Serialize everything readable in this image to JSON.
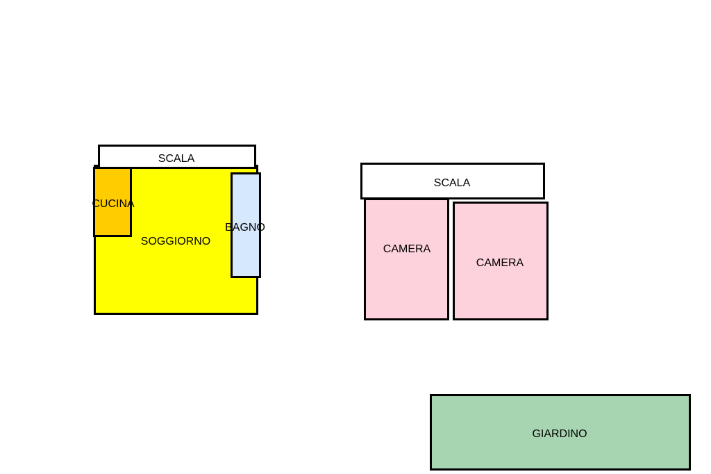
{
  "floor_left": {
    "soggiorno": {
      "label": "SOGGIORNO",
      "color": "#ffff00"
    },
    "scala": {
      "label": "SCALA",
      "color": "#ffffff"
    },
    "cucina": {
      "label": "CUCINA",
      "color": "#ffcc00"
    },
    "bagno": {
      "label": "BAGNO",
      "color": "#d6e8fb"
    }
  },
  "floor_right": {
    "scala": {
      "label": "SCALA",
      "color": "#ffffff"
    },
    "camera_1": {
      "label": "CAMERA",
      "color": "#fdd2dc"
    },
    "camera_2": {
      "label": "CAMERA",
      "color": "#fdd2dc"
    }
  },
  "giardino": {
    "label": "GIARDINO",
    "color": "#a8d5b1"
  }
}
